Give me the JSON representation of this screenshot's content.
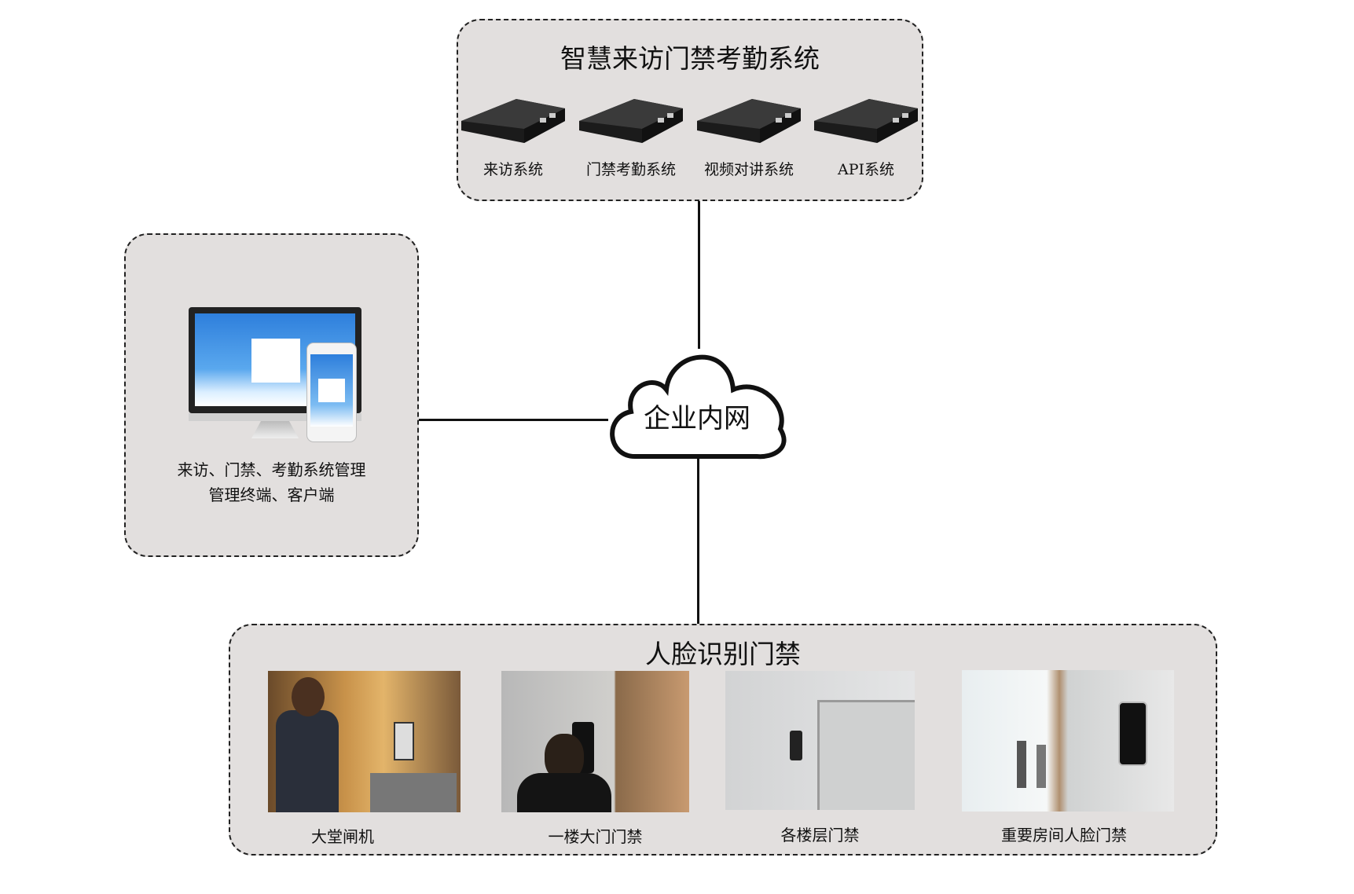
{
  "top_group": {
    "title": "智慧来访门禁考勤系统",
    "servers": [
      {
        "label": "来访系统",
        "icon": "server-icon"
      },
      {
        "label": "门禁考勤系统",
        "icon": "server-icon"
      },
      {
        "label": "视频对讲系统",
        "icon": "server-icon"
      },
      {
        "label": "API系统",
        "icon": "server-icon"
      }
    ]
  },
  "left_group": {
    "caption_line1": "来访、门禁、考勤系统管理",
    "caption_line2": "管理终端、客户端",
    "icon": "monitor-and-phone-icon"
  },
  "cloud": {
    "label": "企业内网",
    "icon": "cloud-icon"
  },
  "bottom_group": {
    "title": "人脸识别门禁",
    "items": [
      {
        "label": "大堂闸机"
      },
      {
        "label": "一楼大门门禁"
      },
      {
        "label": "各楼层门禁"
      },
      {
        "label": "重要房间人脸门禁"
      }
    ]
  },
  "colors": {
    "panel": "#e2dfde",
    "line": "#111111",
    "screen": "#3a8de0"
  }
}
